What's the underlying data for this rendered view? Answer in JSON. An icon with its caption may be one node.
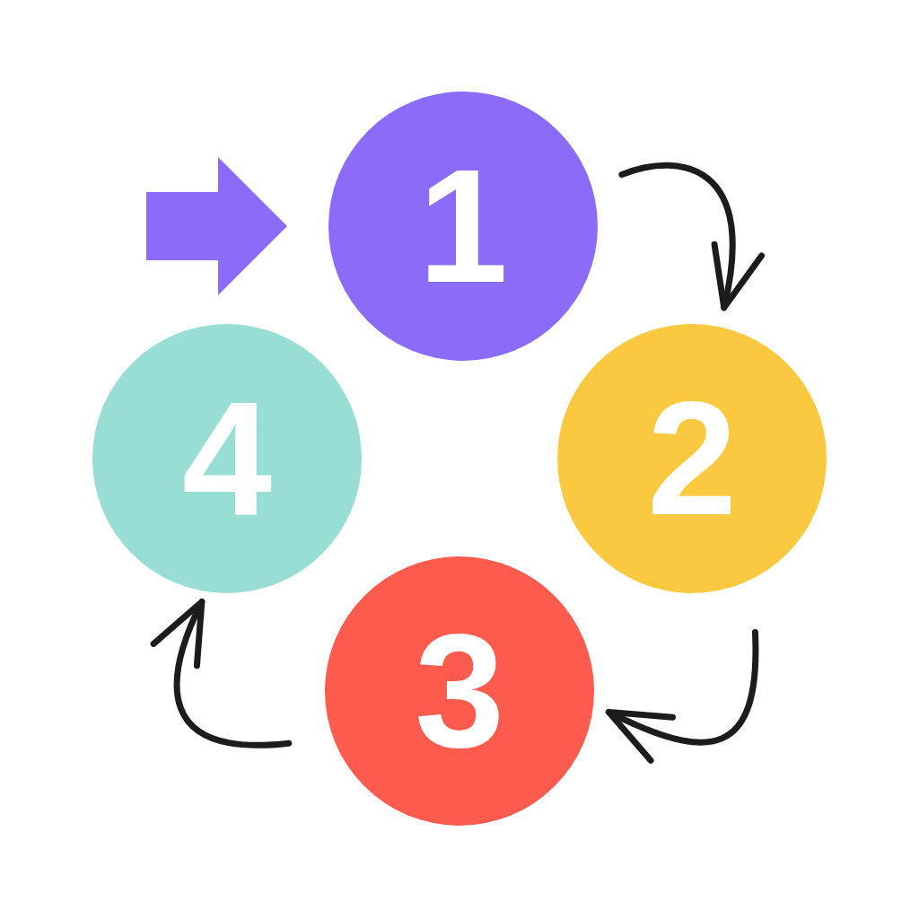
{
  "diagram": {
    "nodes": [
      {
        "text": [
          "1"
        ]
      },
      {
        "text": [
          "2"
        ]
      },
      {
        "text": [
          "3"
        ]
      },
      {
        "text": [
          "4"
        ]
      }
    ],
    "edges": [
      {
        "from": null,
        "to": 0,
        "arrow": "to",
        "style": "thick",
        "color": "#8a6cf8"
      },
      {
        "from": 0,
        "to": 1,
        "arrow": "to"
      },
      {
        "from": 1,
        "to": 2,
        "arrow": "to"
      },
      {
        "from": 2,
        "to": 3,
        "arrow": "to"
      }
    ]
  }
}
